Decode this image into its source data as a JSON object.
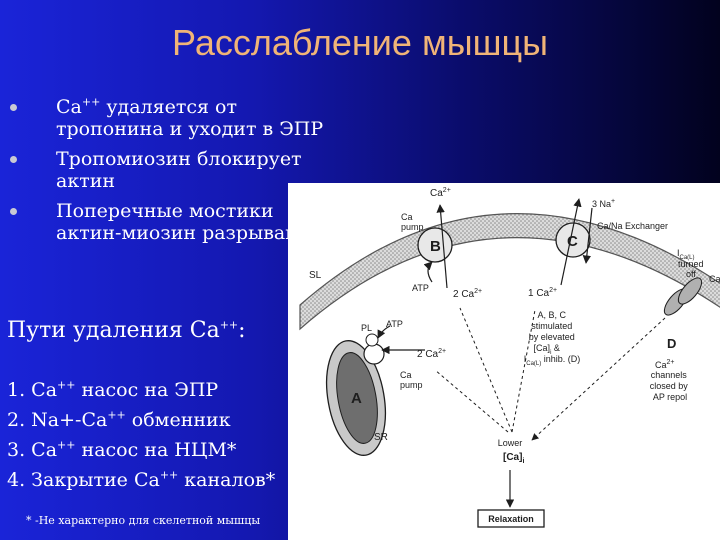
{
  "slide": {
    "title": "Расслабление мышцы",
    "bullets": [
      {
        "pre": "Са",
        "sup": "++",
        "post": " удаляется от тропонина и уходит в ЭПР"
      },
      {
        "pre": "Тропомиозин блокирует актин",
        "sup": "",
        "post": ""
      },
      {
        "pre": "Поперечные мостики актин-миозин разрываются",
        "sup": "",
        "post": ""
      }
    ],
    "paths_title": {
      "pre": "Пути удаления Са",
      "sup": "++",
      "post": ":"
    },
    "paths": [
      {
        "pre": "1. Ca",
        "sup": "++",
        "post": " насос на ЭПР"
      },
      {
        "pre": "2. Na+-Ca",
        "sup": "++",
        "post": " обменник"
      },
      {
        "pre": "3. Ca",
        "sup": "++",
        "post": " насос на НЦМ*"
      },
      {
        "pre": "4. Закрытие Са",
        "sup": "++",
        "post": " каналов*"
      }
    ],
    "footnote": "* -Не характерно для скелетной мышцы"
  },
  "figure": {
    "labels": {
      "sl": "SL",
      "sr": "SR",
      "pump_b": "B",
      "pump_c": "C",
      "pump_a": "A",
      "channel_d": "D",
      "ca2_top": "Ca",
      "ca2_sup": "2+",
      "ca_pump_b_1": "Ca",
      "ca_pump_b_2": "pump",
      "na3": "3 Na",
      "na_sup": "+",
      "exchanger": "Ca/Na Exchanger",
      "atp_b": "ATP",
      "two_ca_b": "2 Ca",
      "one_ca_c": "1 Ca",
      "ical_1": "I",
      "ical_sub": "Ca(L)",
      "ical_2": "turned",
      "ical_3": "off",
      "ca_right": "Ca",
      "pl": "PL",
      "atp_a": "ATP",
      "two_ca_a": "2 Ca",
      "ca_pump_a_1": "Ca",
      "ca_pump_a_2": "pump",
      "abc_1": "A, B, C",
      "abc_2": "stimulated",
      "abc_3": "by elevated",
      "abc_4": "[Ca]",
      "abc_4_sub": "i",
      "abc_4_tail": " &",
      "abc_5": "I",
      "abc_5_sub": "Ca(L)",
      "abc_5_tail": " inhib. (D)",
      "d_1": "Ca",
      "d_1_sup": "2+",
      "d_2": "channels",
      "d_3": "closed by",
      "d_4": "AP repol",
      "lower": "Lower",
      "lower_ca": "[Ca]",
      "lower_sub": "i",
      "relaxation": "Relaxation"
    }
  }
}
